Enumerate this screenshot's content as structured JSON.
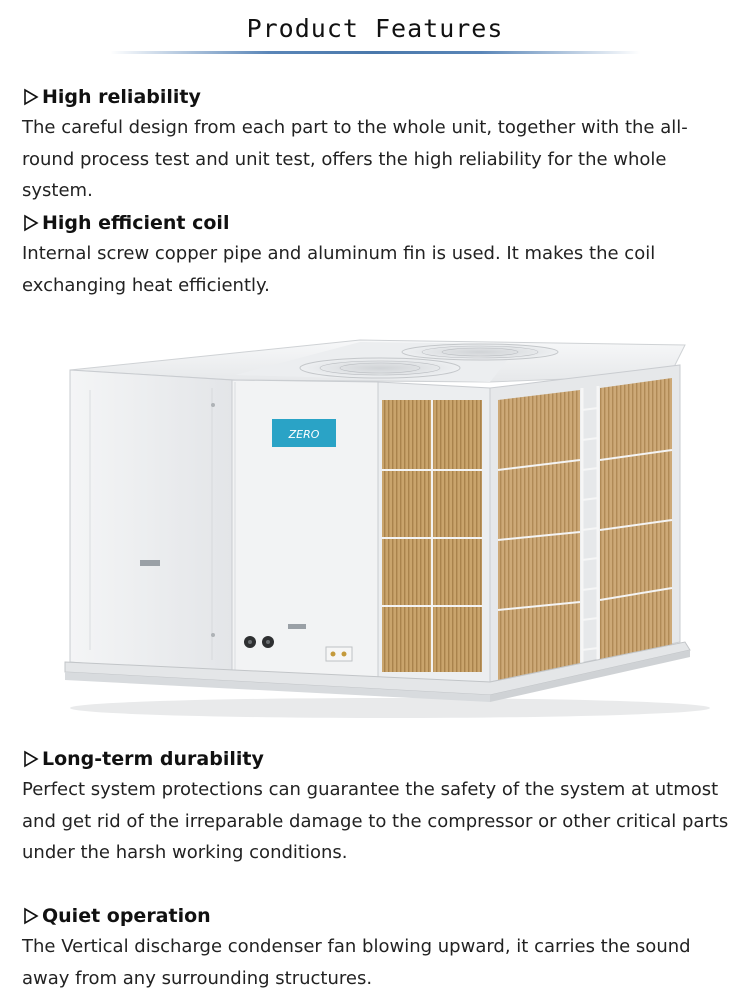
{
  "page_title": "Product Features",
  "features": [
    {
      "title": "High reliability",
      "description": "The careful design from each part to the whole unit, together with the all-round process test and unit test, offers the high reliability for the whole system."
    },
    {
      "title": "High efficient coil",
      "description": "Internal screw copper pipe and aluminum fin is used. It makes the coil exchanging heat efficiently."
    },
    {
      "title": "Long-term durability",
      "description": "Perfect system protections can guarantee the safety of the system at utmost and get rid of the irreparable damage to the compressor or other critical parts under the harsh working conditions."
    },
    {
      "title": "Quiet operation",
      "description": "The Vertical discharge condenser fan blowing upward, it carries the sound away from any surrounding structures."
    }
  ],
  "product_image": {
    "logo_text": "ZERO",
    "colors": {
      "logo_badge": "#2aa3c6",
      "coil": "#c9a46c",
      "cabinet": "#f3f4f5"
    }
  }
}
